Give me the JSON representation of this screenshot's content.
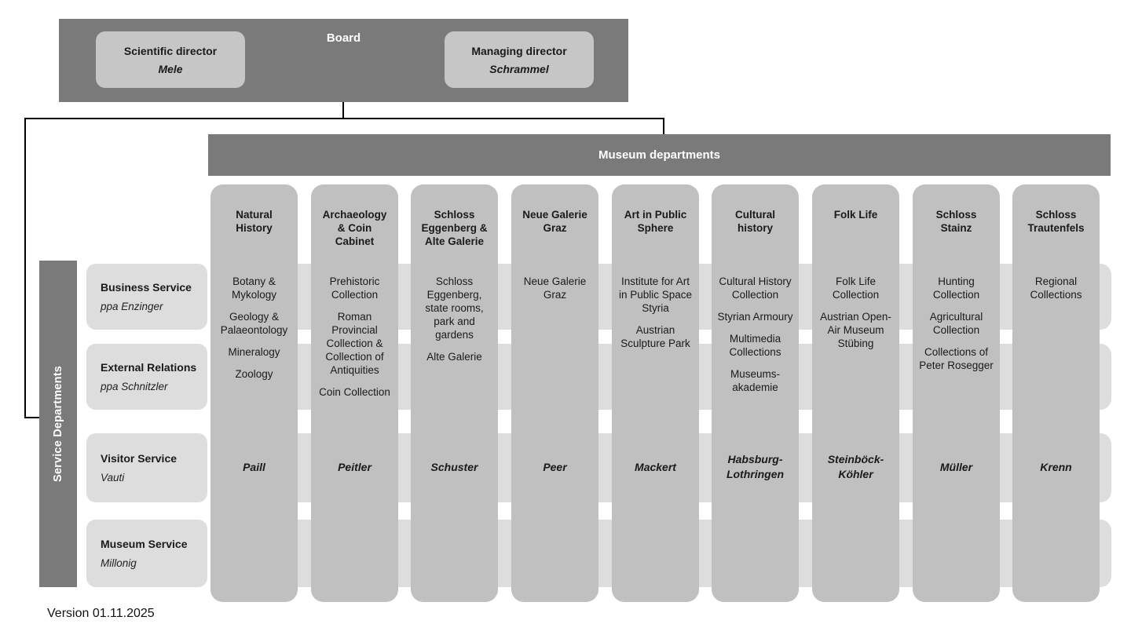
{
  "board": {
    "title": "Board",
    "directors": [
      {
        "role": "Scientific director",
        "name": "Mele"
      },
      {
        "role": "Managing director",
        "name": "Schrammel"
      }
    ]
  },
  "museum_bar": {
    "title": "Museum departments"
  },
  "sidebar": {
    "title": "Service Departments"
  },
  "service_rows": [
    {
      "label": "Business Service",
      "name": "ppa Enzinger"
    },
    {
      "label": "External Relations",
      "name": "ppa Schnitzler"
    },
    {
      "label": "Visitor Service",
      "name": "Vauti"
    },
    {
      "label": "Museum Service",
      "name": "Millonig"
    }
  ],
  "departments": [
    {
      "title": "Natural History",
      "items": [
        "Botany & Mykology",
        "Geology & Palaeontology",
        "Mineralogy",
        "Zoology"
      ],
      "head": "Paill"
    },
    {
      "title": "Archaeology & Coin Cabinet",
      "items": [
        "Prehistoric Collection",
        "Roman Provincial Collection & Collection of Antiquities",
        "Coin Collection"
      ],
      "head": "Peitler"
    },
    {
      "title": "Schloss Eggenberg & Alte Galerie",
      "items": [
        "Schloss Eggenberg, state rooms, park and gardens",
        "Alte Galerie"
      ],
      "head": "Schuster"
    },
    {
      "title": "Neue Galerie Graz",
      "items": [
        "Neue Galerie Graz"
      ],
      "head": "Peer"
    },
    {
      "title": "Art in Public Sphere",
      "items": [
        "Institute for Art in Public Space Styria",
        "Austrian Sculpture Park"
      ],
      "head": "Mackert"
    },
    {
      "title": "Cultural history",
      "items": [
        "Cultural History Collection",
        "Styrian Armoury",
        "Multimedia Collections",
        "Museums-akademie"
      ],
      "head": "Habsburg-Lothringen"
    },
    {
      "title": "Folk Life",
      "items": [
        "Folk Life Collection",
        "Austrian Open-Air Museum Stübing"
      ],
      "head": "Steinböck-Köhler"
    },
    {
      "title": "Schloss Stainz",
      "items": [
        "Hunting Collection",
        "Agricultural Collection",
        "Collections of Peter Rosegger"
      ],
      "head": "Müller"
    },
    {
      "title": "Schloss Trautenfels",
      "items": [
        "Regional Collections"
      ],
      "head": "Krenn"
    }
  ],
  "footer": {
    "version": "Version 01.11.2025"
  },
  "colors": {
    "bar_dark": "#7a7a7a",
    "column": "#c0c0c0",
    "band": "#dddddd",
    "director_box": "#c6c6c6",
    "line": "#000000",
    "title_on_dark": "#ffffff"
  }
}
